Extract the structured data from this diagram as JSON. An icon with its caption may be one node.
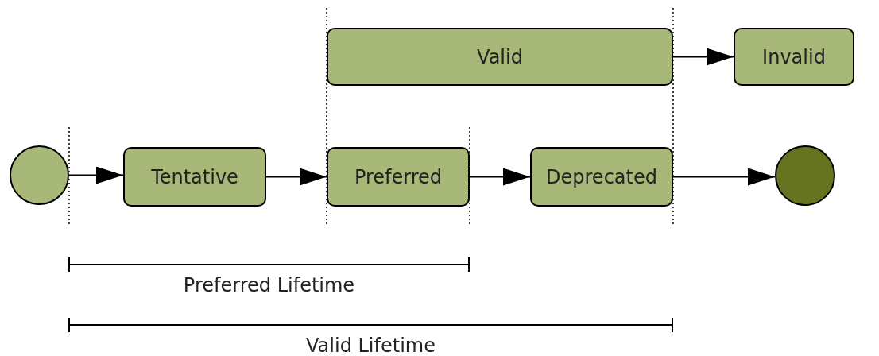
{
  "diagram": {
    "nodes": [
      {
        "text": [],
        "shape": "circle"
      },
      {
        "text": [
          "Tentative"
        ]
      },
      {
        "text": [
          "Preferred"
        ]
      },
      {
        "text": [
          "Deprecated"
        ]
      },
      {
        "text": [],
        "shape": "circle"
      },
      {
        "text": [
          "Valid"
        ]
      },
      {
        "text": [
          "Invalid"
        ]
      }
    ],
    "edges": [
      {
        "from": 0,
        "to": 1,
        "arrow": "to"
      },
      {
        "from": 1,
        "to": 2,
        "arrow": "to"
      },
      {
        "from": 2,
        "to": 3,
        "arrow": "to"
      },
      {
        "from": 3,
        "to": 4,
        "arrow": "to"
      },
      {
        "from": 5,
        "to": 6,
        "arrow": "to"
      }
    ],
    "labels": [
      "Preferred Lifetime",
      "Valid Lifetime"
    ]
  }
}
